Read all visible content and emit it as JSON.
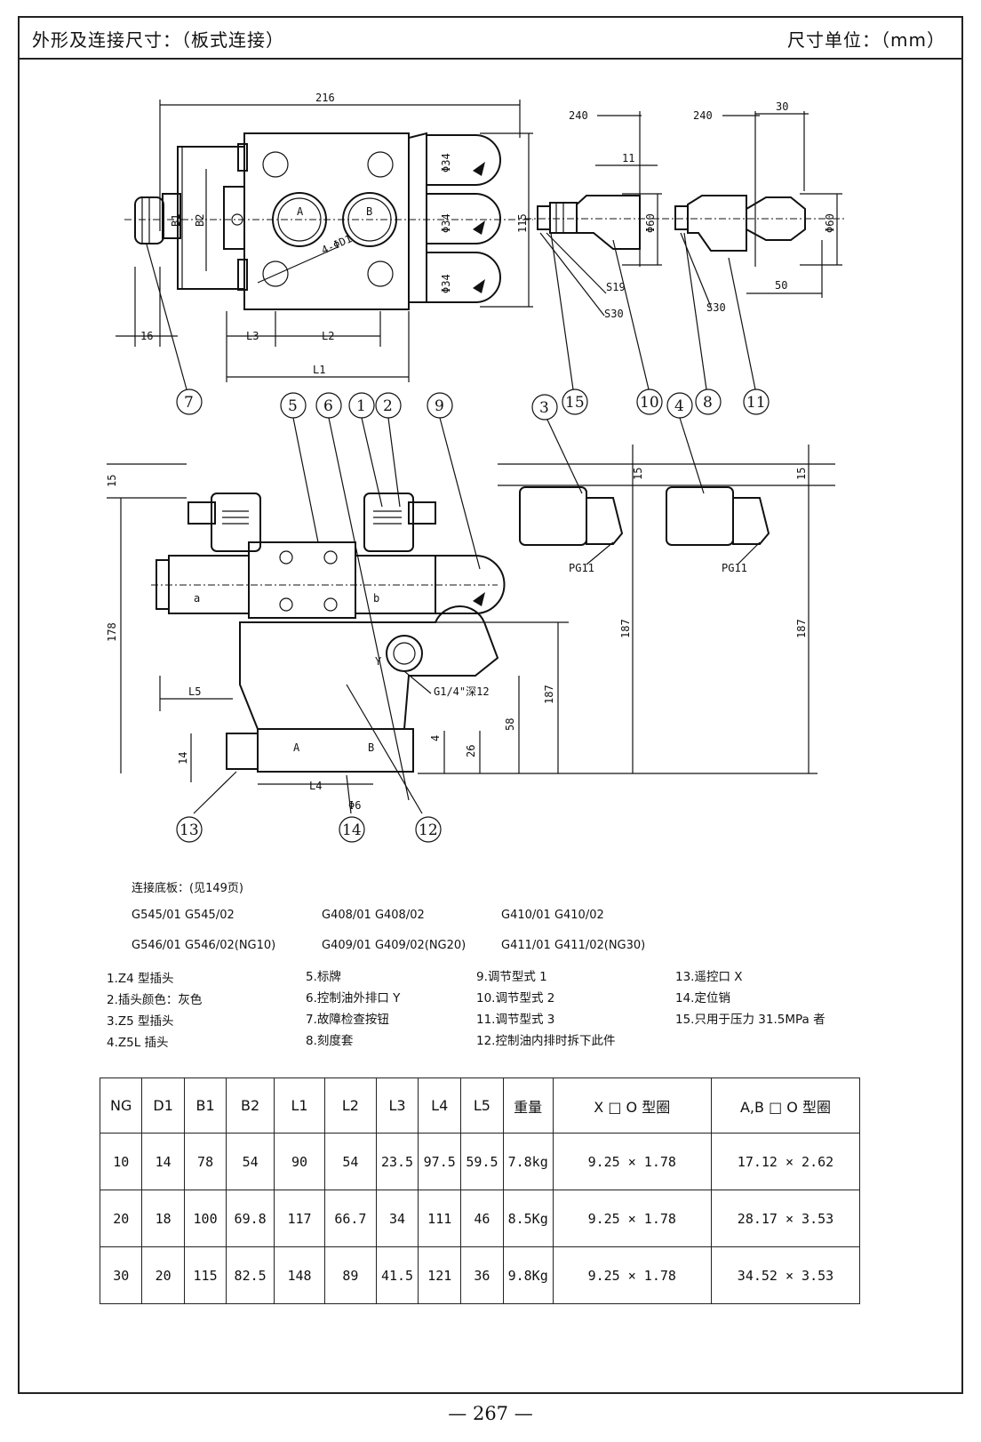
{
  "header": {
    "title": "外形及连接尺寸：（板式连接）",
    "unit_label": "尺寸单位：（mm）"
  },
  "drawing_labels": {
    "dim_216": "216",
    "dim_115": "115",
    "dim_16": "16",
    "dim_L3": "L3",
    "dim_L2": "L2",
    "dim_L1": "L1",
    "dim_B1": "B1",
    "dim_B2": "B2",
    "port_A": "A",
    "port_B": "B",
    "holes": "4-ΦD1",
    "dia34": "Φ34",
    "dim_240a": "240",
    "dim_240b": "240",
    "dim_11": "11",
    "dim_30": "30",
    "dim_50": "50",
    "dia60a": "Φ60",
    "dia60b": "Φ60",
    "S19": "S19",
    "S30a": "S30",
    "S30b": "S30",
    "dim_15a": "15",
    "dim_15b": "15",
    "dim_15c": "15",
    "dim_178": "178",
    "dim_187a": "187",
    "dim_187b": "187",
    "dim_58": "58",
    "dim_26": "26",
    "dim_4": "4",
    "dim_14": "14",
    "dim_L5": "L5",
    "dim_L4": "L4",
    "dia6": "Φ6",
    "sol_a": "a",
    "sol_b": "b",
    "port_Y": "Y",
    "thread": "G1/4\"深12",
    "PG11a": "PG11",
    "PG11b": "PG11",
    "lowA": "A",
    "lowB": "B"
  },
  "balloons": {
    "b7": "7",
    "b15": "15",
    "b10": "10",
    "b8": "8",
    "b11": "11",
    "b5": "5",
    "b6": "6",
    "b1": "1",
    "b2": "2",
    "b9": "9",
    "b3": "3",
    "b4": "4",
    "b13": "13",
    "b14": "14",
    "b12": "12"
  },
  "subplates": {
    "title": "连接底板：(见149页)",
    "r1c1": "G545/01   G545/02",
    "r1c2": "G408/01  G408/02",
    "r1c3": "G410/01   G410/02",
    "r2c1": "G546/01   G546/02(NG10)",
    "r2c2": "G409/01  G409/02(NG20)",
    "r2c3": "G411/01   G411/02(NG30)"
  },
  "legend": [
    "1.Z4 型插头",
    "2.插头颜色：灰色",
    "3.Z5 型插头",
    "4.Z5L 插头",
    "5.标牌",
    "6.控制油外排口 Y",
    "7.故障检查按钮",
    "8.刻度套",
    "9.调节型式 1",
    "10.调节型式 2",
    "11.调节型式 3",
    "12.控制油内排时拆下此件",
    "13.遥控口 X",
    "14.定位销",
    "15.只用于压力 31.5MPa 者"
  ],
  "table": {
    "headers": [
      "NG",
      "D1",
      "B1",
      "B2",
      "L1",
      "L2",
      "L3",
      "L4",
      "L5",
      "重量",
      "X □ O 型圈",
      "A,B □ O 型圈"
    ],
    "rows": [
      [
        "10",
        "14",
        "78",
        "54",
        "90",
        "54",
        "23.5",
        "97.5",
        "59.5",
        "7.8kg",
        "9.25 × 1.78",
        "17.12 × 2.62"
      ],
      [
        "20",
        "18",
        "100",
        "69.8",
        "117",
        "66.7",
        "34",
        "111",
        "46",
        "8.5Kg",
        "9.25 × 1.78",
        "28.17 × 3.53"
      ],
      [
        "30",
        "20",
        "115",
        "82.5",
        "148",
        "89",
        "41.5",
        "121",
        "36",
        "9.8Kg",
        "9.25 × 1.78",
        "34.52 × 3.53"
      ]
    ]
  },
  "page_number": "— 267 —"
}
